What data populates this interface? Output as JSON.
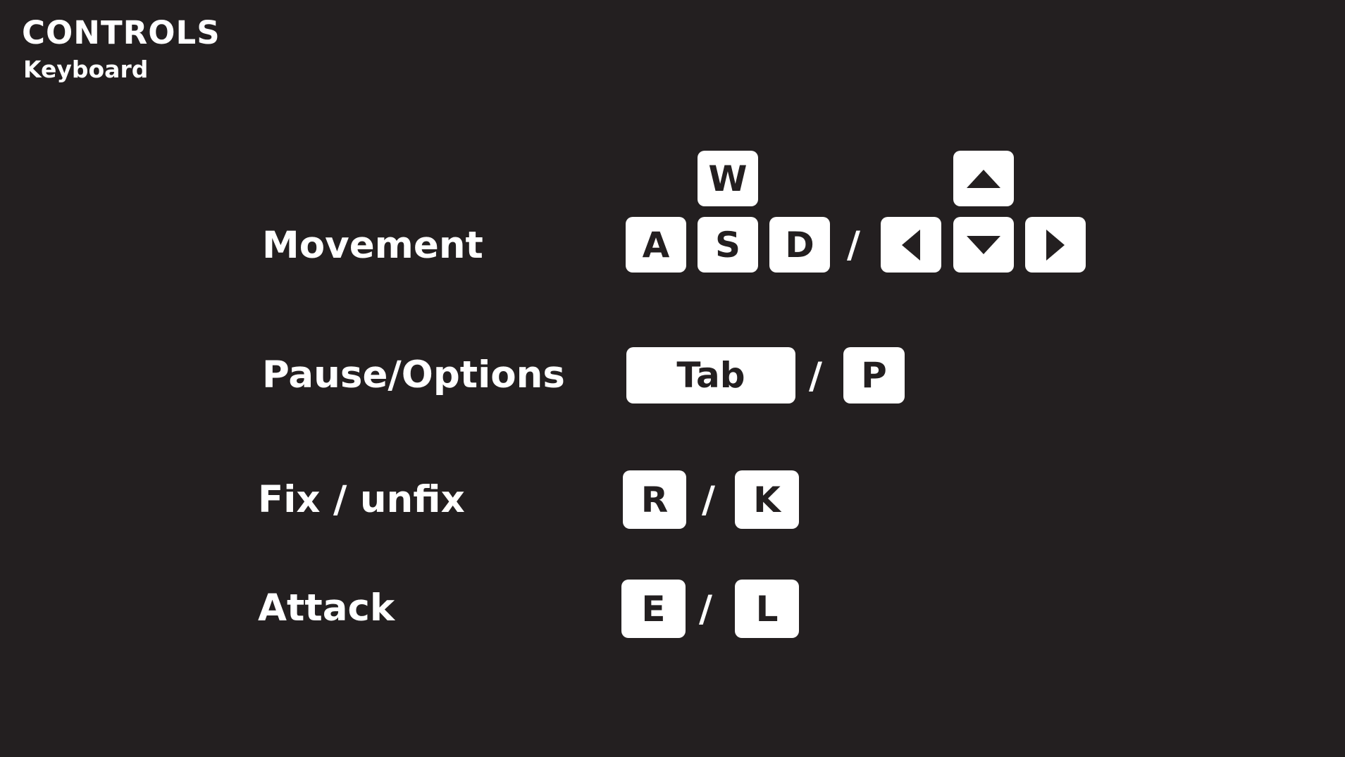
{
  "header": {
    "title": "CONTROLS",
    "subtitle": "Keyboard"
  },
  "separator": "/",
  "controls": {
    "movement": {
      "label": "Movement",
      "keys_wasd": [
        "W",
        "A",
        "S",
        "D"
      ],
      "keys_arrows": [
        "arrow-up-icon",
        "arrow-left-icon",
        "arrow-down-icon",
        "arrow-right-icon"
      ]
    },
    "pause": {
      "label": "Pause/Options",
      "keys": [
        "Tab",
        "P"
      ]
    },
    "fix": {
      "label": "Fix / unfix",
      "keys": [
        "R",
        "K"
      ]
    },
    "attack": {
      "label": "Attack",
      "keys": [
        "E",
        "L"
      ]
    }
  },
  "colors": {
    "background": "#231f20",
    "key_fill": "#ffffff",
    "key_glyph": "#231f20",
    "text": "#ffffff"
  }
}
